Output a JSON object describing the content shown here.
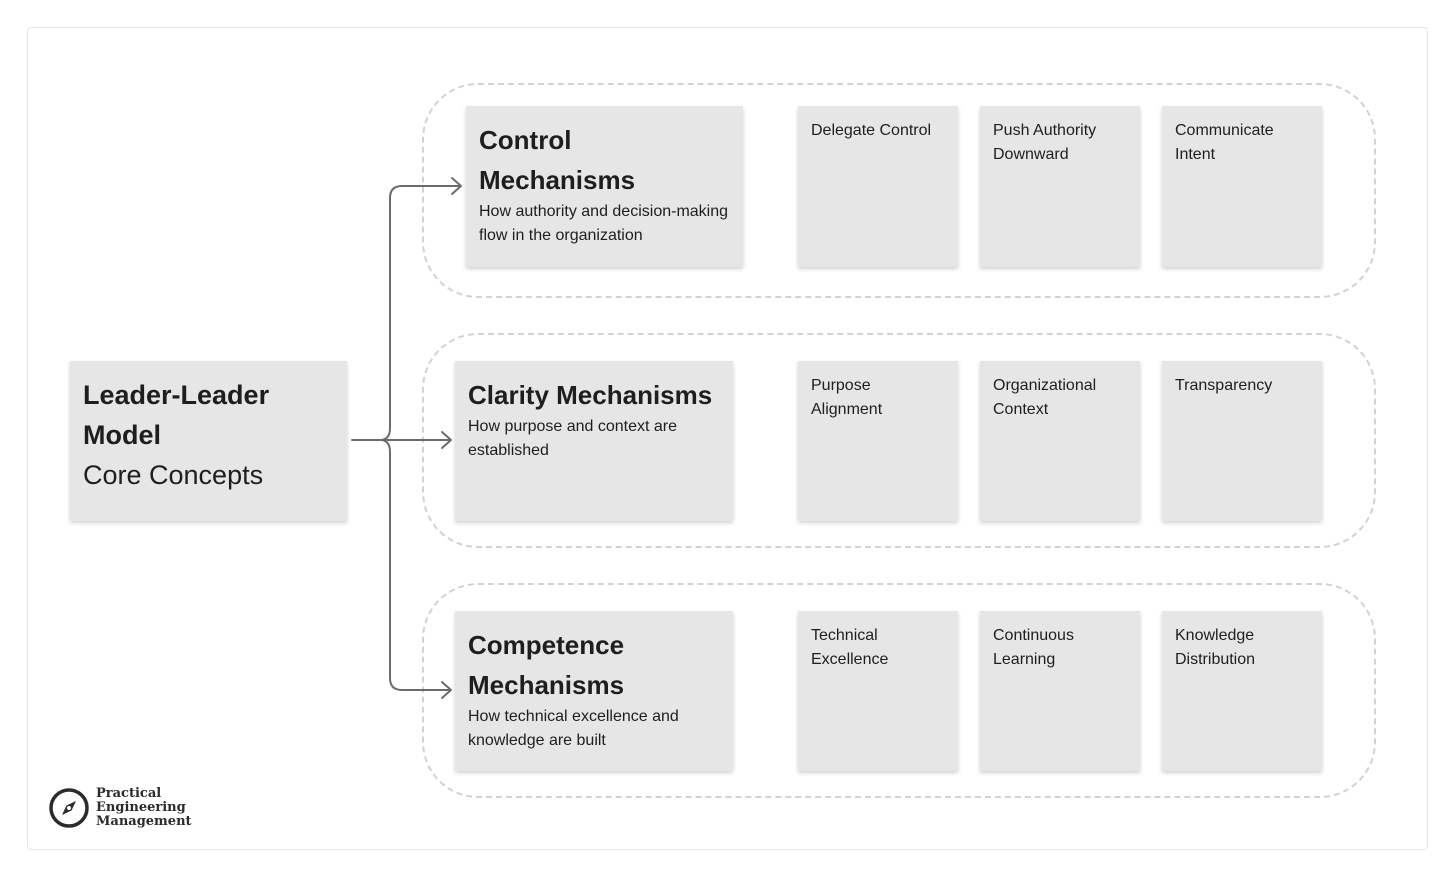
{
  "root": {
    "title": "Leader-Leader Model",
    "subtitle": "Core Concepts"
  },
  "groups": [
    {
      "title": "Control Mechanisms",
      "description": "How authority and decision-making flow in the organization",
      "items": [
        "Delegate Control",
        "Push Authority Downward",
        "Communicate Intent"
      ]
    },
    {
      "title": "Clarity Mechanisms",
      "description": "How purpose and context are established",
      "items": [
        "Purpose Alignment",
        "Organizational Context",
        "Transparency"
      ]
    },
    {
      "title": "Competence Mechanisms",
      "description": "How technical excellence and knowledge are built",
      "items": [
        "Technical Excellence",
        "Continuous Learning",
        "Knowledge Distribution"
      ]
    }
  ],
  "logo": {
    "line1": "Practical",
    "line2": "Engineering",
    "line3": "Management",
    "icon": "compass-icon"
  },
  "colors": {
    "card": "#e6e6e6",
    "dashed_border": "#d2d2d2",
    "connector": "#6b6b6b",
    "text": "#1e1e1e"
  }
}
